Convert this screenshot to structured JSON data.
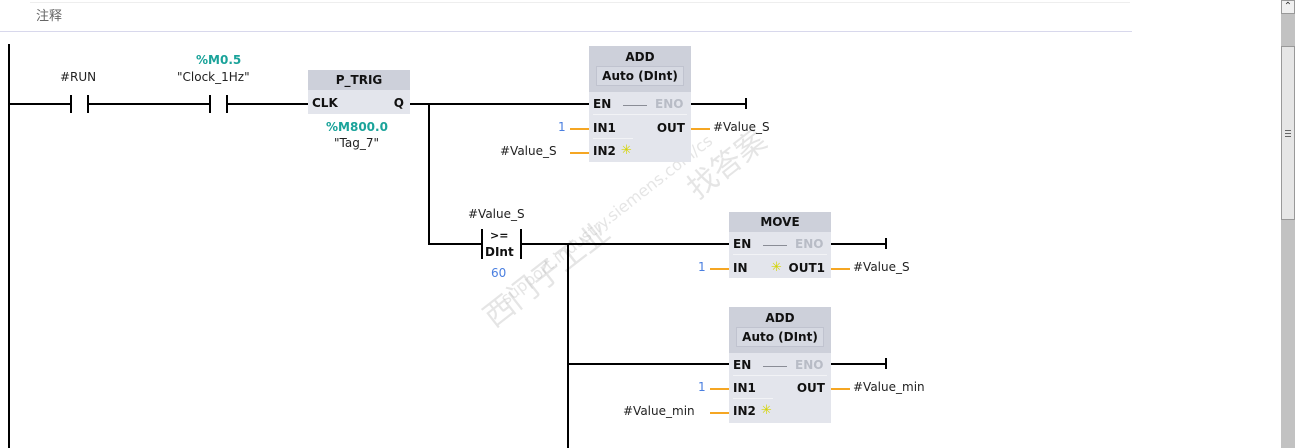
{
  "comment": {
    "placeholder": "注释"
  },
  "network": {
    "contact1": {
      "operand": "#RUN"
    },
    "contact2": {
      "address": "%M0.5",
      "operand": "\"Clock_1Hz\""
    },
    "ptrig": {
      "title": "P_TRIG",
      "in": "CLK",
      "out": "Q",
      "address": "%M800.0",
      "operand": "\"Tag_7\""
    },
    "add1": {
      "title": "ADD",
      "type": "Auto (DInt)",
      "en": "EN",
      "eno": "ENO",
      "in1": "IN1",
      "in2": "IN2",
      "out": "OUT",
      "in1_value": "1",
      "in2_value": "#Value_S",
      "out_value": "#Value_S"
    },
    "compare": {
      "operand": "#Value_S",
      "op": ">=",
      "type": "DInt",
      "value": "60"
    },
    "move": {
      "title": "MOVE",
      "en": "EN",
      "eno": "ENO",
      "in": "IN",
      "out": "OUT1",
      "in_value": "1",
      "out_value": "#Value_S"
    },
    "add2": {
      "title": "ADD",
      "type": "Auto (DInt)",
      "en": "EN",
      "eno": "ENO",
      "in1": "IN1",
      "in2": "IN2",
      "out": "OUT",
      "in1_value": "1",
      "in2_value": "#Value_min",
      "out_value": "#Value_min"
    },
    "add_pin_glyph": "✳"
  },
  "watermark": {
    "line1": "西门子工业",
    "line2": "support.industry.siemens.com/cs",
    "line3": "找答案"
  },
  "scrollbar": {
    "up_glyph": "⌃"
  }
}
